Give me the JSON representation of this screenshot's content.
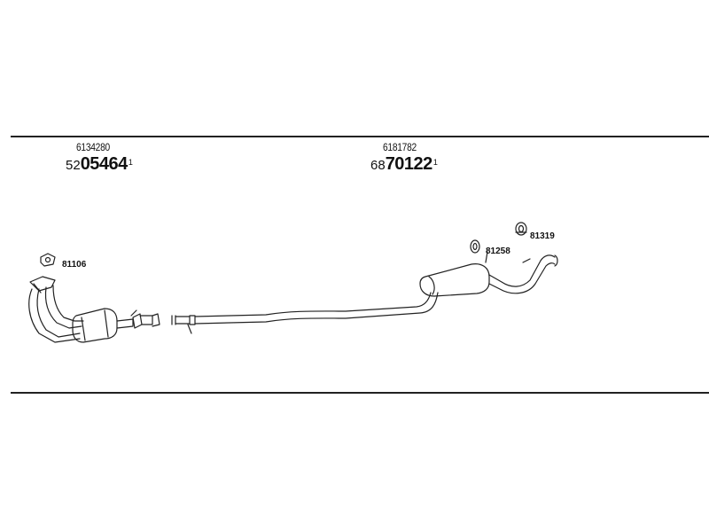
{
  "parts": {
    "front": {
      "oe_number": "6134280",
      "article_prefix": "52",
      "article_main": "05464",
      "article_sup": "1"
    },
    "rear": {
      "oe_number": "6181782",
      "article_prefix": "68",
      "article_main": "70122",
      "article_sup": "1"
    }
  },
  "callouts": {
    "gasket": "81106",
    "clamp": "81258",
    "hanger": "81319"
  },
  "colors": {
    "line": "#222222",
    "background": "#ffffff"
  }
}
